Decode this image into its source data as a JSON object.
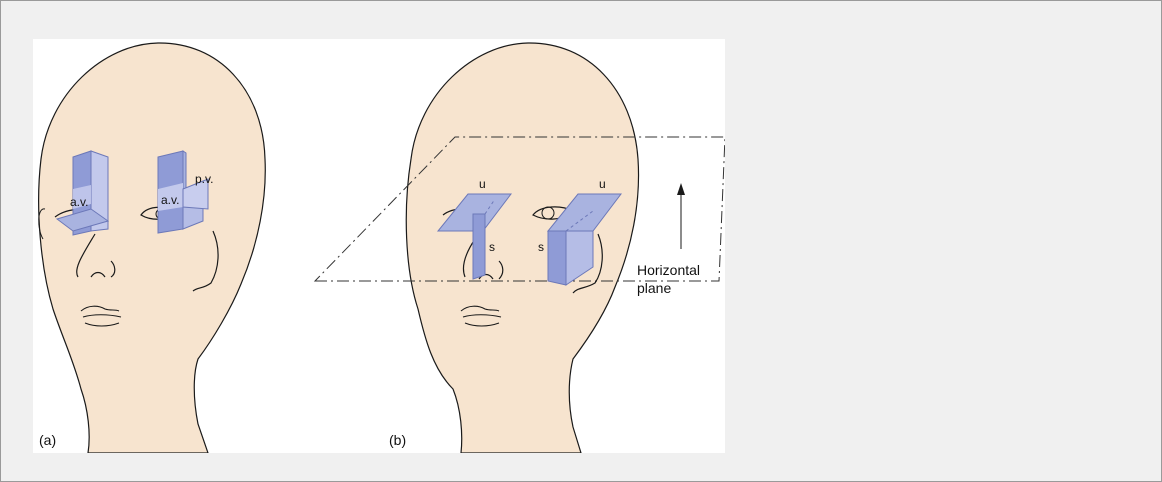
{
  "figure": {
    "panel_a": {
      "caption": "(a)",
      "label_av_left": "a.v.",
      "label_av_right": "a.v.",
      "label_pv": "p.v."
    },
    "panel_b": {
      "caption": "(b)",
      "label_u_left": "u",
      "label_u_right": "u",
      "label_s_left": "s",
      "label_s_right": "s",
      "plane_label_line1": "Horizontal",
      "plane_label_line2": "plane"
    },
    "colors": {
      "skin": "#f7e4cf",
      "outline": "#1a1a1a",
      "plane_fill": "#a9b3e0",
      "plane_dark": "#8f9bd6",
      "plane_stroke": "#6c78b8"
    }
  }
}
